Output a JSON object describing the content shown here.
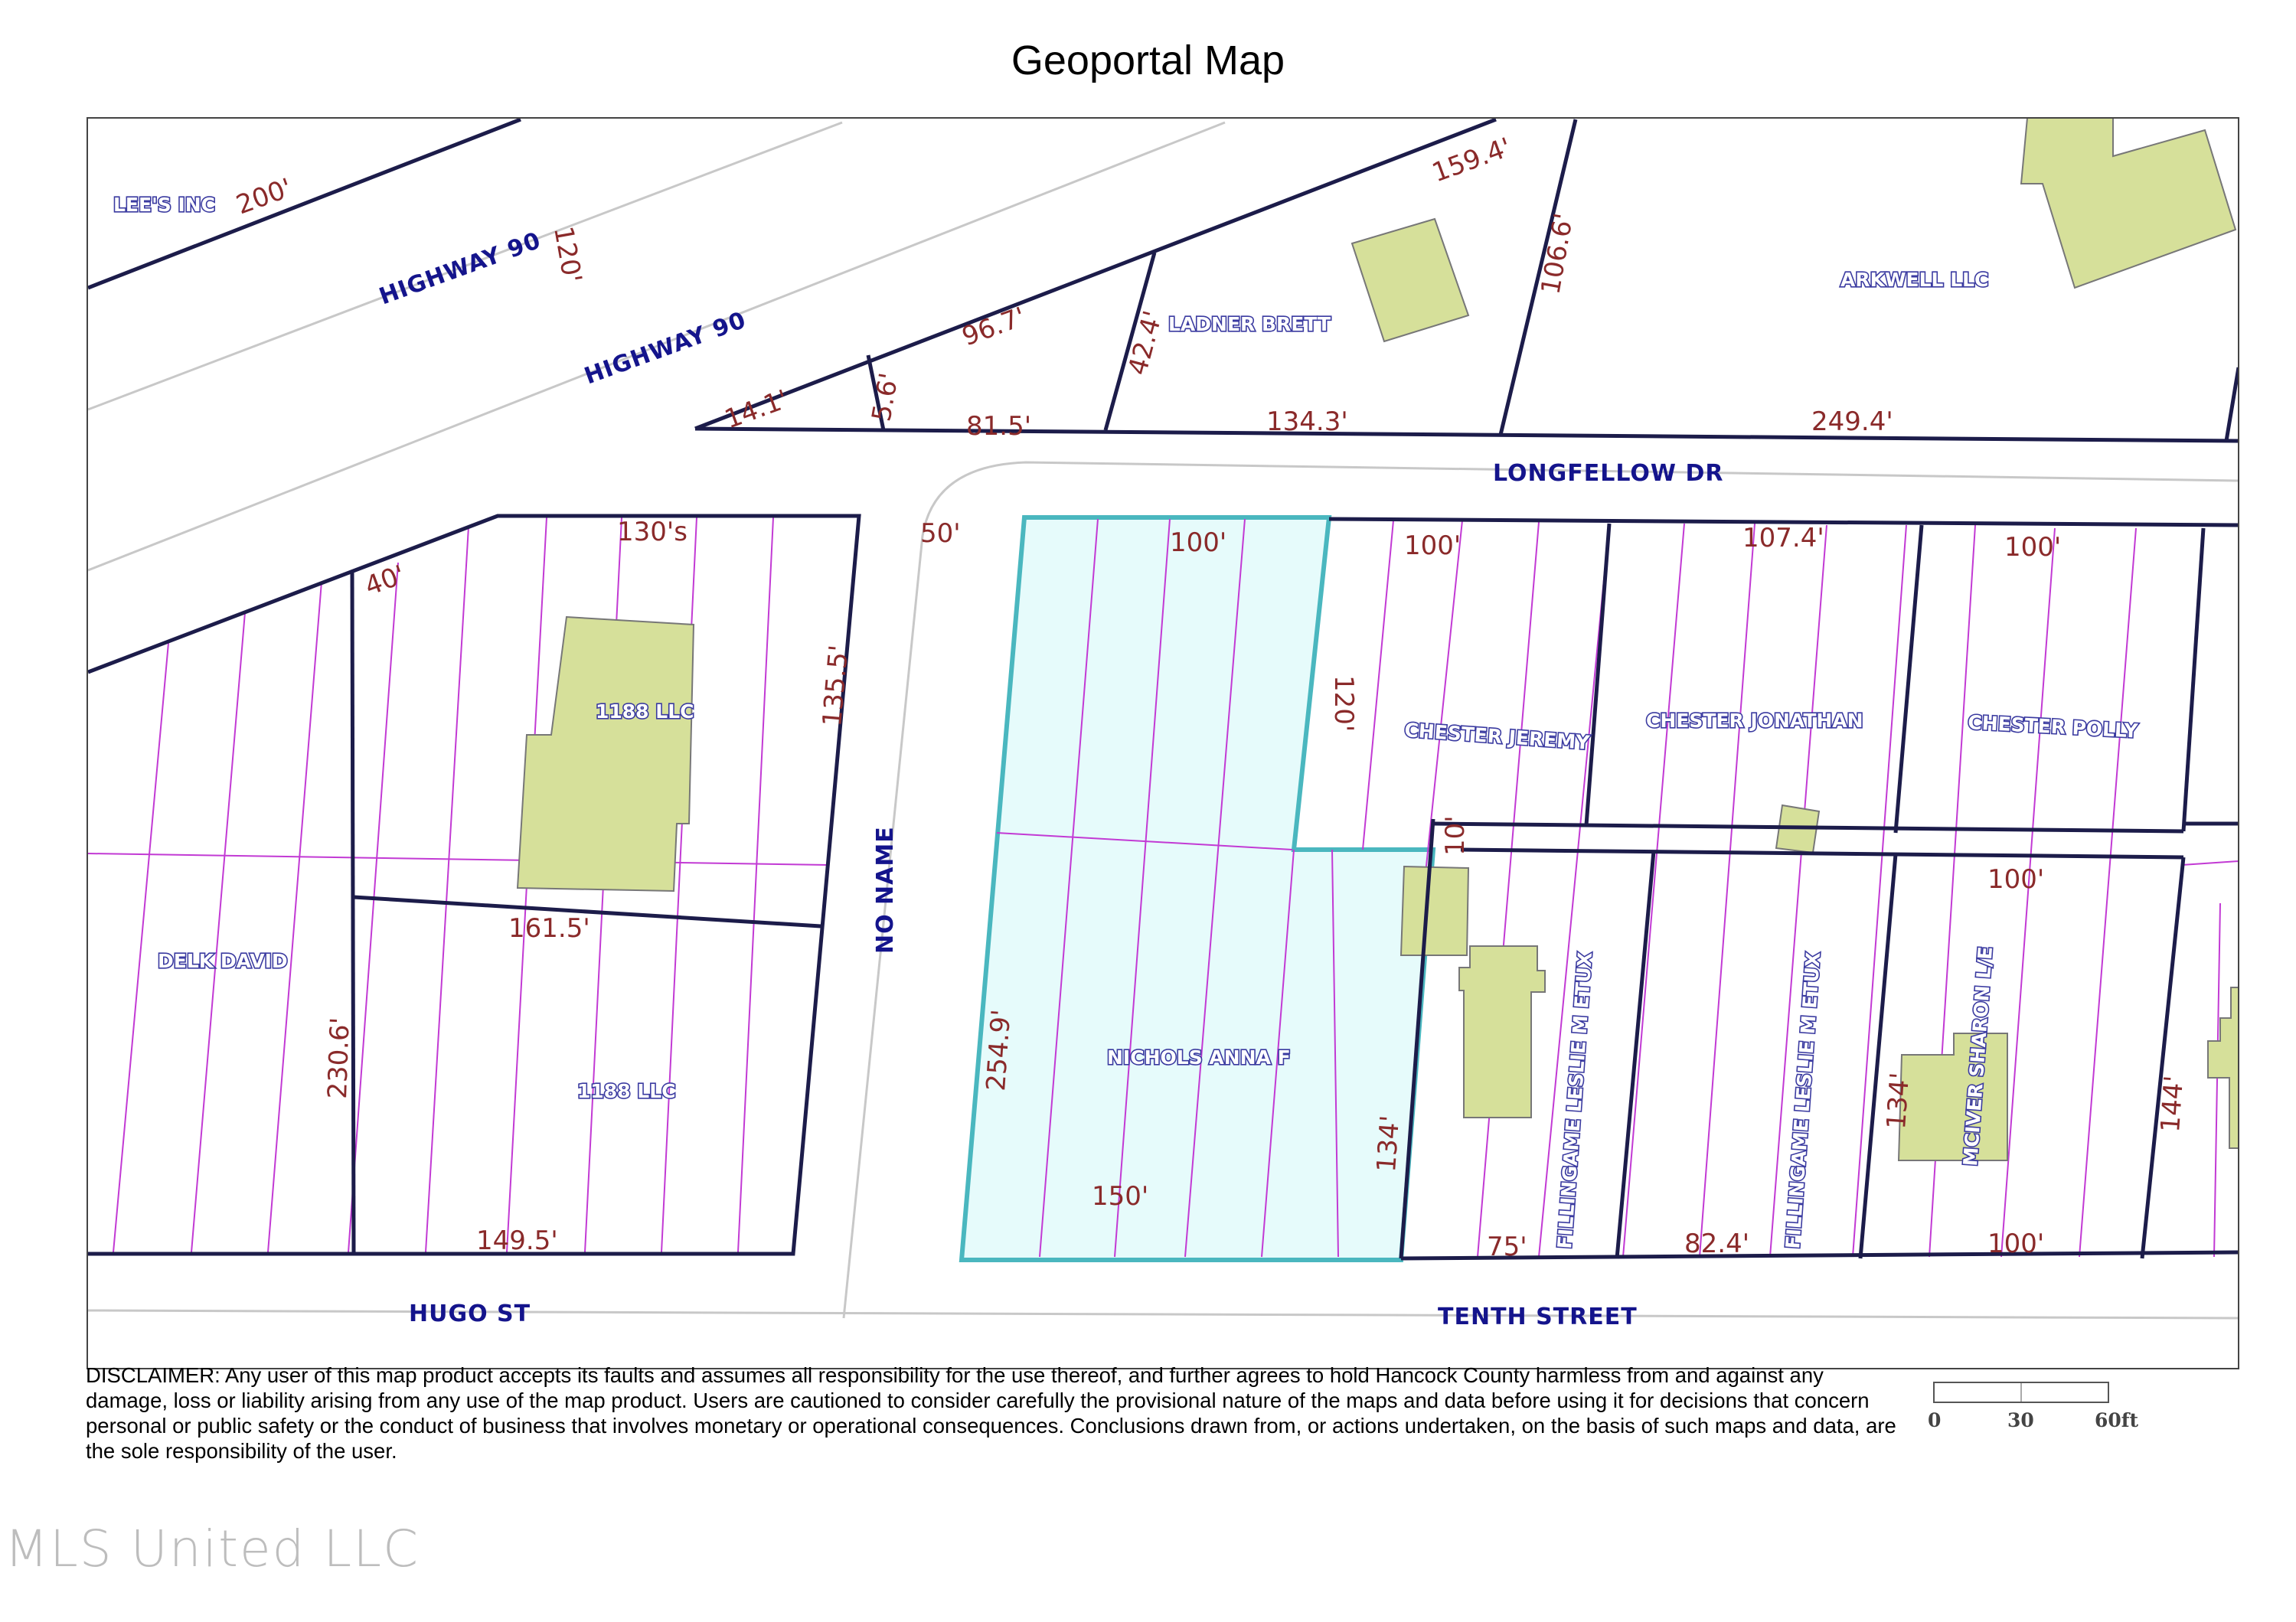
{
  "title": "Geoportal Map",
  "roads": {
    "highway_90_a": "HIGHWAY 90",
    "highway_90_b": "HIGHWAY 90",
    "longfellow": "LONGFELLOW DR",
    "no_name": "NO NAME",
    "hugo": "HUGO ST",
    "tenth": "TENTH STREET"
  },
  "owners": {
    "lees_inc": "LEE'S INC",
    "ladner_brett": "LADNER BRETT",
    "arkwell": "ARKWELL LLC",
    "llc_1188_a": "1188 LLC",
    "llc_1188_b": "1188 LLC",
    "delk_david": "DELK DAVID",
    "nichols": "NICHOLS ANNA F",
    "chester_jeremy": "CHESTER JEREMY",
    "chester_jonathan": "CHESTER JONATHAN",
    "chester_polly": "CHESTER POLLY",
    "fillingame_1": "FILLINGAME LESLIE M ETUX",
    "fillingame_2": "FILLINGAME LESLIE M ETUX",
    "mciver": "MCIVER SHARON L/E"
  },
  "dimensions": {
    "d200": "200'",
    "d120a": "120'",
    "d159_4": "159.4'",
    "d106_6": "106.6'",
    "d96_7": "96.7'",
    "d42_4": "42.4'",
    "d14_1": "14.1'",
    "d5_6": "5.6'",
    "d81_5": "81.5'",
    "d134_3": "134.3'",
    "d249_4": "249.4'",
    "d130s": "130's",
    "d40": "40'",
    "d135_5": "135.5'",
    "d50": "50'",
    "d100a": "100'",
    "d100b": "100'",
    "d107_4": "107.4'",
    "d100c": "100'",
    "d120b": "120'",
    "d10": "10'",
    "d100d": "100'",
    "d161_5": "161.5'",
    "d230_6": "230.6'",
    "d254_9": "254.9'",
    "d150": "150'",
    "d134a": "134'",
    "d134b": "134'",
    "d144": "144'",
    "d149_5": "149.5'",
    "d75": "75'",
    "d82_4": "82.4'",
    "d100e": "100'"
  },
  "scale_bar": {
    "tick0": "0",
    "tick1": "30",
    "tick2": "60ft"
  },
  "disclaimer": "DISCLAIMER: Any user of this map product accepts its faults and assumes all responsibility for the use thereof, and further agrees to hold Hancock County harmless from and against any damage, loss or liability arising from any use of the map product. Users are cautioned to consider carefully the provisional nature of the maps and data before using it for decisions that concern personal or public safety or the conduct of business that involves monetary or operational consequences. Conclusions drawn from, or actions undertaken, on the basis of such maps and data, are the sole responsibility of the user.",
  "watermark": "MLS United LLC",
  "colors": {
    "parcel_line": "#1c1c4a",
    "lot_line": "#c23ad4",
    "building": "#d6e09a",
    "selected_parcel": "#e6fbfb",
    "selected_outline": "#4ab7bf",
    "road_edge": "#c8c8c8"
  }
}
